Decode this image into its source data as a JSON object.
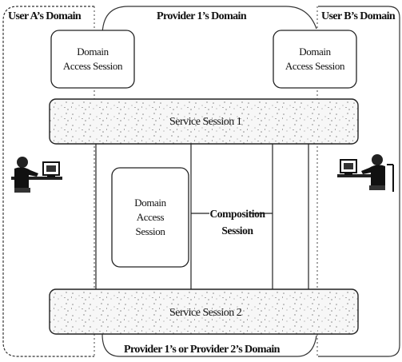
{
  "domains": {
    "user_a": "User A’s Domain",
    "provider_1": "Provider 1’s Domain",
    "user_b": "User B’s Domain",
    "provider_bottom": "Provider 1’s or Provider 2’s Domain"
  },
  "sessions": {
    "access_left": {
      "line1": "Domain",
      "line2": "Access Session"
    },
    "access_right": {
      "line1": "Domain",
      "line2": "Access Session"
    },
    "access_middle": {
      "line1": "Domain",
      "line2": "Access",
      "line3": "Session"
    },
    "service_1": "Service Session 1",
    "service_2": "Service Session 2",
    "composition": {
      "line1": "Composition",
      "line2": "Session"
    }
  },
  "icons": {
    "user_a": "person-at-computer-icon",
    "user_b": "person-at-computer-icon"
  }
}
